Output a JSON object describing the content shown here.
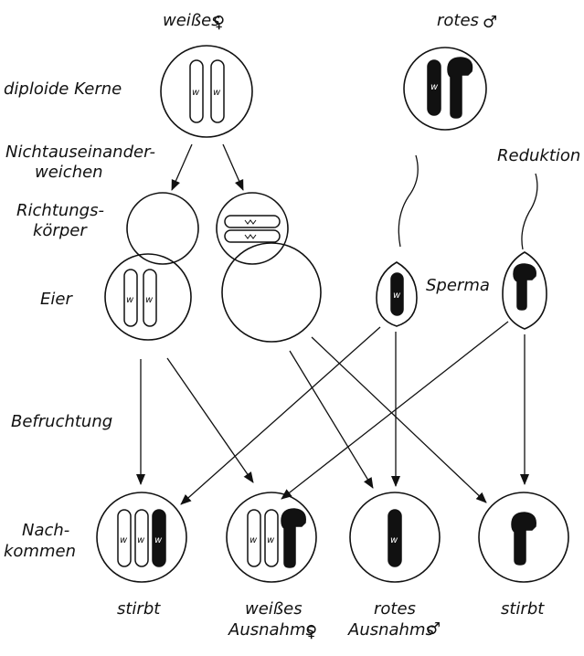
{
  "parents": {
    "female": {
      "label": "weißes",
      "symbol": "♀"
    },
    "male": {
      "label": "rotes",
      "symbol": "♂"
    }
  },
  "row_labels": {
    "diploid": "diploide Kerne",
    "nondisjunction_1": "Nichtauseinander-",
    "nondisjunction_2": "weichen",
    "reduction": "Reduktion",
    "polar_1": "Richtungs-",
    "polar_2": "körper",
    "eggs": "Eier",
    "sperm": "Sperma",
    "fertilization": "Befruchtung",
    "offspring_1": "Nach-",
    "offspring_2": "kommen"
  },
  "allele": "w",
  "offspring": [
    {
      "line1": "stirbt",
      "line2": "",
      "symbol": ""
    },
    {
      "line1": "weißes",
      "line2": "Ausnahms",
      "symbol": "♀"
    },
    {
      "line1": "rotes",
      "line2": "Ausnahms",
      "symbol": "♂"
    },
    {
      "line1": "stirbt",
      "line2": "",
      "symbol": ""
    }
  ]
}
